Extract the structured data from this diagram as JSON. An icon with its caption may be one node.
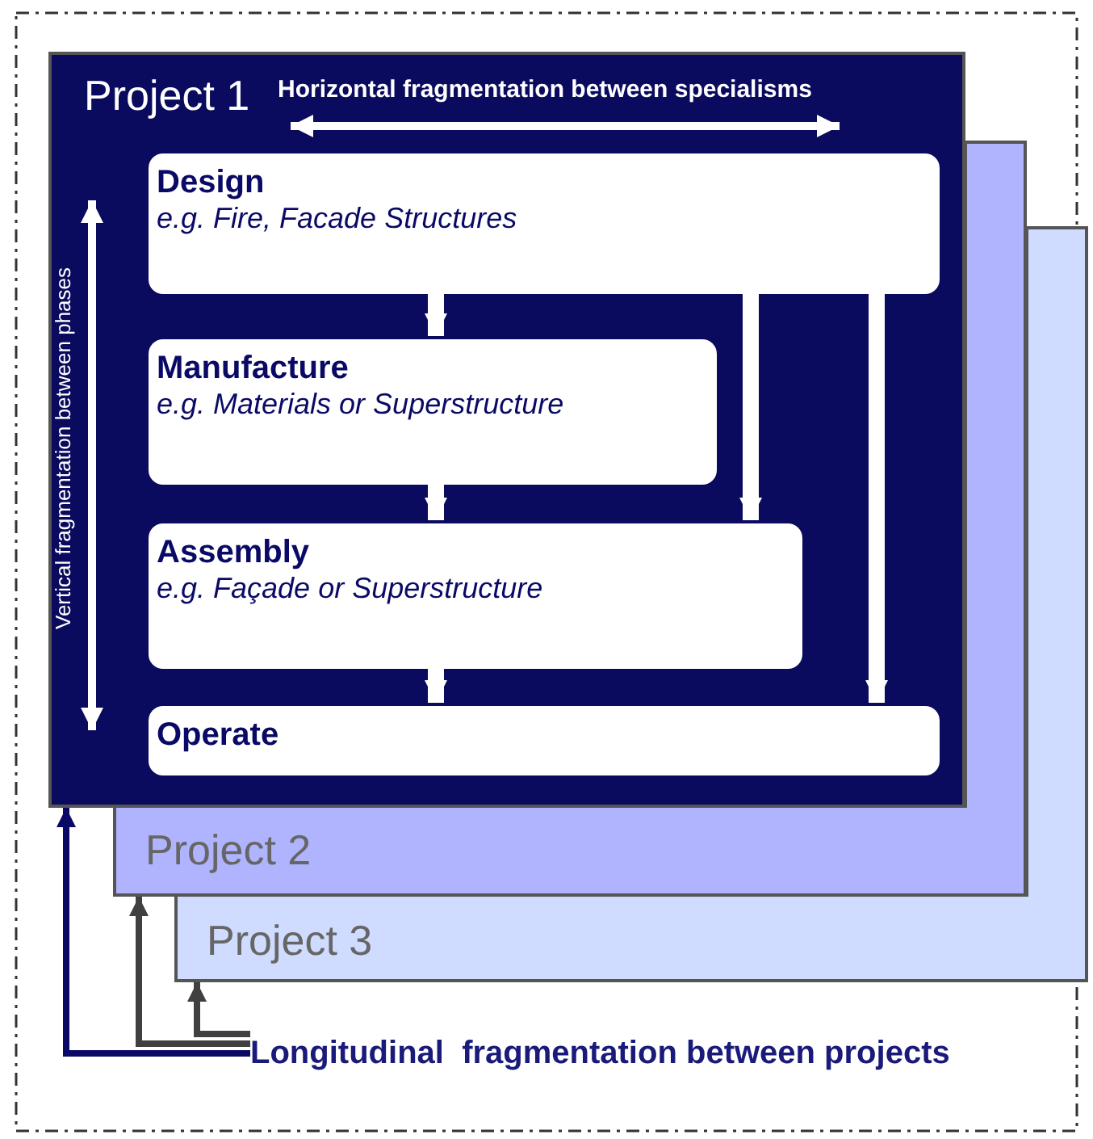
{
  "diagram": {
    "nodes": [
      {
        "text": [
          "Project 1"
        ]
      },
      {
        "text": [
          "Design",
          "e.g. Fire, Facade Structures"
        ],
        "in": 0
      },
      {
        "text": [
          "Manufacture",
          "e.g. Materials or Superstructure"
        ],
        "in": 0
      },
      {
        "text": [
          "Assembly",
          "e.g. Façade or Superstructure"
        ],
        "in": 0
      },
      {
        "text": [
          "Operate"
        ],
        "in": 0
      },
      {
        "text": [
          "Project 2"
        ]
      },
      {
        "text": [
          "Project 3"
        ]
      },
      {
        "text": [
          "Longitudinal  fragmentation between projects"
        ]
      }
    ],
    "edges": [
      {
        "from": 1,
        "to": 2,
        "arrow": "to"
      },
      {
        "from": 2,
        "to": 3,
        "arrow": "to"
      },
      {
        "from": 3,
        "to": 4,
        "arrow": "to"
      },
      {
        "from": 1,
        "to": 3,
        "arrow": "to"
      },
      {
        "from": 1,
        "to": 4,
        "arrow": "to"
      },
      {
        "from": 7,
        "to": 0,
        "arrow": "to",
        "color": "#0a0a66"
      },
      {
        "from": 7,
        "to": 5,
        "arrow": "to",
        "color": "#404040"
      },
      {
        "from": 7,
        "to": 6,
        "arrow": "to",
        "color": "#404040"
      }
    ],
    "labels": [
      "Horizontal fragmentation between specialisms",
      "Vertical fragmentation between phases"
    ]
  }
}
